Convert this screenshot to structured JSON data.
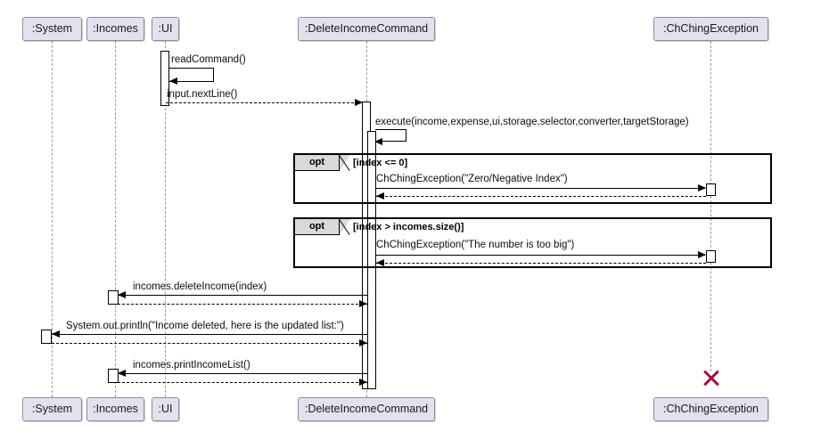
{
  "diagram": {
    "type": "uml-sequence-diagram",
    "title": "DeleteIncomeCommand sequence diagram",
    "colors": {
      "participant_fill": "#E2E2EE",
      "participant_border": "#8C8CA0",
      "lifeline": "#9a9a9a",
      "fragment_border": "#000000",
      "fragment_tab_fill": "#D9D9D9",
      "destroy_marker": "#A01040",
      "message_line": "#000000"
    }
  },
  "participants": [
    {
      "id": "system",
      "label": ":System"
    },
    {
      "id": "incomes",
      "label": ":Incomes"
    },
    {
      "id": "ui",
      "label": ":UI"
    },
    {
      "id": "deleteincomecommand",
      "label": ":DeleteIncomeCommand"
    },
    {
      "id": "chchingexception",
      "label": ":ChChingException"
    }
  ],
  "footers": [
    {
      "id": "system",
      "label": ":System"
    },
    {
      "id": "incomes",
      "label": ":Incomes"
    },
    {
      "id": "ui",
      "label": ":UI"
    },
    {
      "id": "deleteincomecommand",
      "label": ":DeleteIncomeCommand"
    },
    {
      "id": "chchingexception",
      "label": ":ChChingException"
    }
  ],
  "messages": [
    {
      "id": "m1",
      "label": "readCommand()",
      "from": "ui",
      "to": "ui",
      "kind": "self-call"
    },
    {
      "id": "m2",
      "label": "input.nextLine()",
      "from": "ui",
      "to": "deleteincomecommand",
      "kind": "return-dashed"
    },
    {
      "id": "m3",
      "label": "execute(income,expense,ui,storage,selector,converter,targetStorage)",
      "from": "deleteincomecommand",
      "to": "deleteincomecommand",
      "kind": "self-call"
    },
    {
      "id": "m4",
      "label": "ChChingException(\"Zero/Negative Index\")",
      "from": "deleteincomecommand",
      "to": "chchingexception",
      "kind": "call"
    },
    {
      "id": "m5",
      "label": "",
      "from": "chchingexception",
      "to": "deleteincomecommand",
      "kind": "return-dashed"
    },
    {
      "id": "m6",
      "label": "ChChingException(\"The number is too big\")",
      "from": "deleteincomecommand",
      "to": "chchingexception",
      "kind": "call"
    },
    {
      "id": "m7",
      "label": "",
      "from": "chchingexception",
      "to": "deleteincomecommand",
      "kind": "return-dashed"
    },
    {
      "id": "m8",
      "label": "incomes.deleteIncome(index)",
      "from": "deleteincomecommand",
      "to": "incomes",
      "kind": "call"
    },
    {
      "id": "m9",
      "label": "",
      "from": "incomes",
      "to": "deleteincomecommand",
      "kind": "return-dashed"
    },
    {
      "id": "m10",
      "label": "System.out.println(\"Income deleted, here is the updated list:\")",
      "from": "deleteincomecommand",
      "to": "system",
      "kind": "call"
    },
    {
      "id": "m11",
      "label": "",
      "from": "system",
      "to": "deleteincomecommand",
      "kind": "return-dashed"
    },
    {
      "id": "m12",
      "label": "incomes.printIncomeList()",
      "from": "deleteincomecommand",
      "to": "incomes",
      "kind": "call"
    },
    {
      "id": "m13",
      "label": "",
      "from": "incomes",
      "to": "deleteincomecommand",
      "kind": "return-dashed"
    }
  ],
  "fragments": [
    {
      "id": "opt1",
      "operator": "opt",
      "guard": "[index <= 0]"
    },
    {
      "id": "opt2",
      "operator": "opt",
      "guard": "[index > incomes.size()]"
    }
  ],
  "destruction": {
    "target": "chchingexception",
    "marker": "destroy-x-icon"
  }
}
